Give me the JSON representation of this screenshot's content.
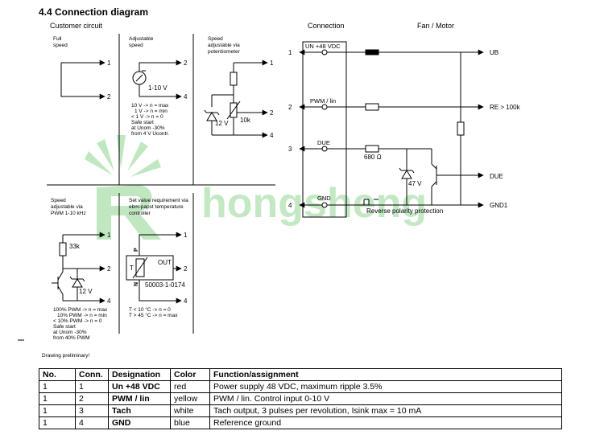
{
  "section_title": "4.4 Connection diagram",
  "headers": {
    "customer": "Customer circuit",
    "connection": "Connection",
    "fan": "Fan / Motor"
  },
  "panels": {
    "full_speed": {
      "title_1": "Full",
      "title_2": "speed"
    },
    "adjustable": {
      "title_1": "Adjustable",
      "title_2": "speed",
      "source_label": "1-10 V",
      "notes": [
        "10 V -> n = max",
        "1 V -> n = min",
        "< 1 V -> n = 0",
        "Safe start",
        "at Unom -30%",
        "from 4 V Ucontr."
      ]
    },
    "potentiometer": {
      "title_1": "Speed",
      "title_2": "adjustable via",
      "title_3": "potentiometer",
      "zener_label": "12 V",
      "pot_label": "10k"
    },
    "pwm": {
      "title_1": "Speed",
      "title_2": "adjustable via",
      "title_3": "PWM 1-10 kHz",
      "resistor_label": "33k",
      "zener_label": "12 V",
      "notes": [
        "100% PWM -> n = max",
        "10% PWM -> n = min",
        "< 10% PWM -> n = 0",
        "Safe start",
        "at Unom -30%",
        "from 40% PWM"
      ]
    },
    "temperature": {
      "title_1": "Set value requirement via",
      "title_2": "ebm-papst temperature",
      "title_3": "controller",
      "p_label": "P",
      "n_label": "N",
      "t_label": "T",
      "out_label": "OUT",
      "part_label": "50003-1-0174",
      "notes": [
        "T < 10 °C -> n = 0",
        "T > 45 °C -> n = max"
      ]
    }
  },
  "pin_numbers": [
    "1",
    "2",
    "3",
    "4"
  ],
  "connection_box": {
    "labels": [
      "UN +48 VDC",
      "PWM / lin",
      "DUE",
      "GND"
    ]
  },
  "motor": {
    "outputs": [
      "UB",
      "RE > 100k",
      "DUE",
      "GND1"
    ],
    "resistor_680": "680 Ω",
    "zener_47": "47 V",
    "reverse_polarity": "Reverse polarity protection"
  },
  "watermark": "hongsheng",
  "drawing_note": "Drawing preliminary!",
  "table": {
    "headers": [
      "No.",
      "Conn.",
      "Designation",
      "Color",
      "Function/assignment"
    ],
    "rows": [
      [
        "1",
        "1",
        "Un +48 VDC",
        "red",
        "Power supply 48 VDC, maximum ripple 3.5%"
      ],
      [
        "1",
        "2",
        "PWM / lin",
        "yellow",
        "PWM / lin. Control input 0-10 V"
      ],
      [
        "1",
        "3",
        "Tach",
        "white",
        "Tach output, 3 pulses per revolution, Isink max = 10 mA"
      ],
      [
        "1",
        "4",
        "GND",
        "blue",
        "Reference ground"
      ]
    ]
  },
  "colors": {
    "watermark_green": "#3fb53f",
    "watermark_light": "#cfeccf",
    "line": "#000000"
  }
}
